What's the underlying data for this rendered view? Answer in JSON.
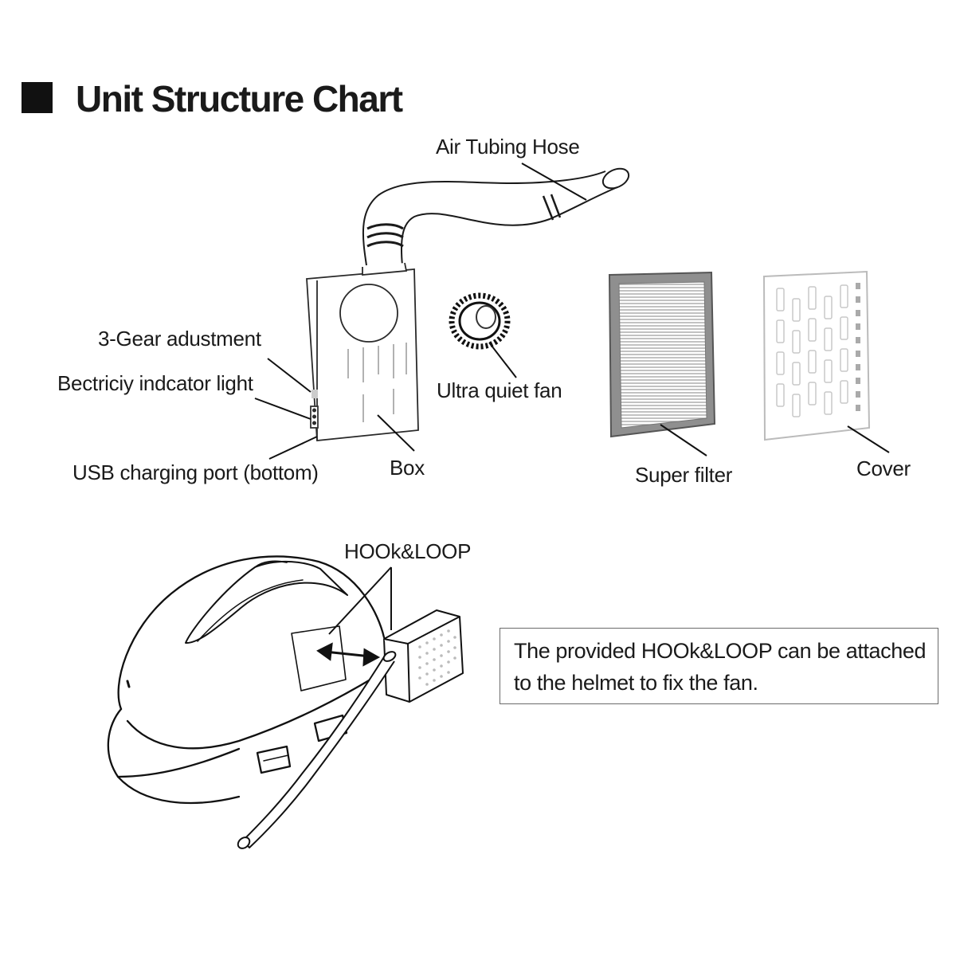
{
  "title": "Unit Structure Chart",
  "labels": {
    "hose": "Air Tubing Hose",
    "gear": "3-Gear adustment",
    "light": "Bectriciy indcator light",
    "usb": "USB charging port (bottom)",
    "box": "Box",
    "fan": "Ultra quiet fan",
    "filter": "Super filter",
    "cover": "Cover",
    "hook": "HOOk&LOOP"
  },
  "note": "The provided HOOk&LOOP can be attached to the helmet to fix the fan.",
  "colors": {
    "ink": "#111111",
    "frame": "#6b6b6b",
    "filter_body": "#8f8f8f"
  }
}
